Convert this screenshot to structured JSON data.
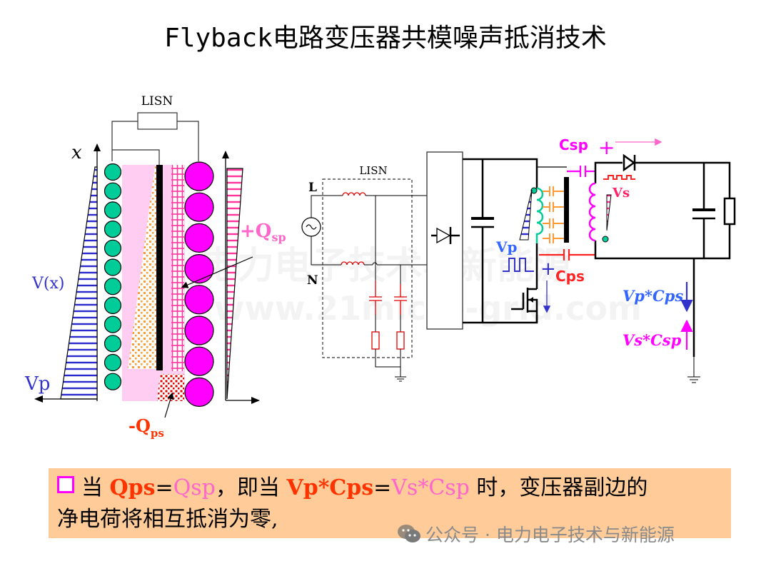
{
  "title": "Flyback电路变压器共模噪声抵消技术",
  "left_diagram": {
    "lisn_label": "LISN",
    "x_axis_label": "x",
    "vx_label": "V(x)",
    "vp_label": "Vp",
    "plus_q_label": "+Q",
    "plus_q_sub": "sp",
    "minus_q_label": "-Q",
    "minus_q_sub": "ps"
  },
  "right_diagram": {
    "lisn_label": "LISN",
    "l_label": "L",
    "n_label": "N",
    "csp_label": "Csp",
    "cps_label": "Cps",
    "vp_label": "Vp",
    "vs_label": "Vs",
    "plus_sign": "+",
    "vp_cps_label": "Vp*Cps",
    "vs_csp_label": "Vs*Csp"
  },
  "note": {
    "line1_prefix": "当 ",
    "qps": "Qps",
    "eq1": "=",
    "qsp": "Qsp",
    "mid": "，即当 ",
    "vpcps": "Vp*Cps",
    "eq2": "=",
    "vscsp": "Vs*Csp",
    "suffix": " 时，变压器副边的",
    "line2": "净电荷将相互抵消为零,"
  },
  "background_watermark": {
    "cn": "电力电子技术与新能源",
    "url": "www.21micro-grid.com"
  },
  "watermark": {
    "text": "公众号 · 电力电子技术与新能源"
  },
  "colors": {
    "green_winding": "#00cc99",
    "magenta_winding": "#ff00ff",
    "blue": "#3333cc",
    "pink": "#ff3399",
    "red": "#ff3300",
    "orange": "#ff9933",
    "note_bg": "#ffcc99"
  }
}
